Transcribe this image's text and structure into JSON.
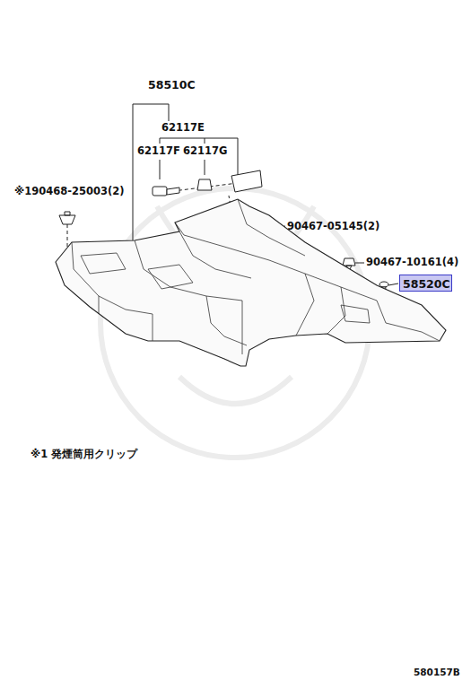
{
  "diagram": {
    "nodes": [
      {
        "text": [
          "58520C"
        ]
      }
    ],
    "labels": [
      "58510C",
      "62117E",
      "62117F",
      "62117G",
      "※190468-25003(2)",
      "90467-05145(2)",
      "90467-10161(4)",
      "※1 発煙筒用クリップ",
      "580157B"
    ]
  }
}
